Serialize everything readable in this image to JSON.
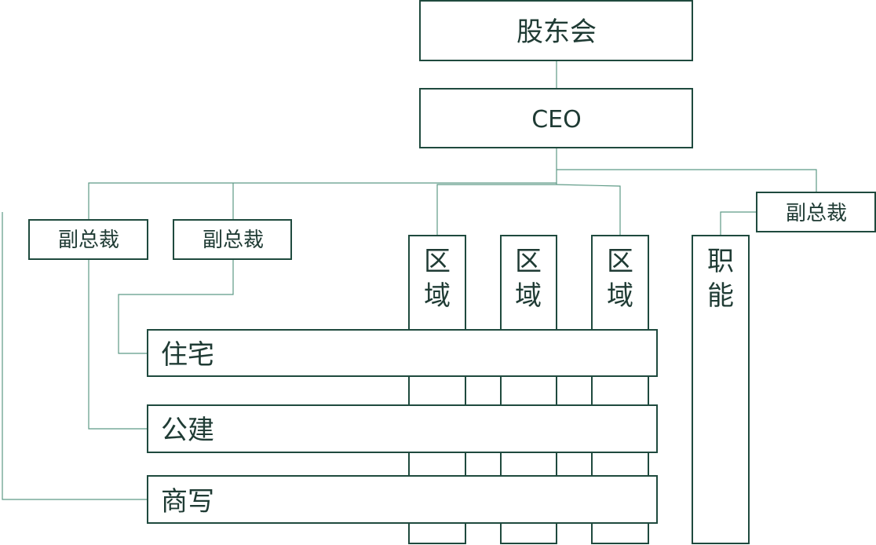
{
  "diagram": {
    "shareholders": "股东会",
    "ceo": "CEO",
    "vp_left": "副总裁",
    "vp_middle": "副总裁",
    "vp_right": "副总裁",
    "regions": [
      {
        "line1": "区",
        "line2": "域"
      },
      {
        "line1": "区",
        "line2": "域"
      },
      {
        "line1": "区",
        "line2": "域"
      }
    ],
    "functional": {
      "line1": "职",
      "line2": "能"
    },
    "business_lines": [
      "住宅",
      "公建",
      "商写"
    ]
  },
  "colors": {
    "box_stroke": "#1f4a3e",
    "connector": "#5e9a86",
    "text": "#1f3b34"
  }
}
